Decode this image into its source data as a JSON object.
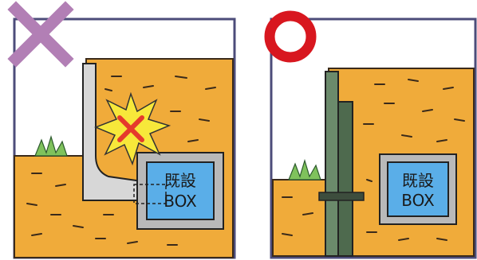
{
  "wrong_panel": {
    "mark": "cross-mark",
    "mark_color": "#b27fb5",
    "box_label_line1": "既設",
    "box_label_line2": "BOX"
  },
  "right_panel": {
    "mark": "circle-mark",
    "mark_color": "#d8171f",
    "box_label_line1": "既設",
    "box_label_line2": "BOX"
  },
  "colors": {
    "soil": "#f0ab3a",
    "box_fill": "#5aaee8",
    "box_frame": "#b9b9b9",
    "wall": "#d7d7d7",
    "pile": "#5c7a5c",
    "grass": "#7fc25c",
    "impact_star": "#f7e83a",
    "impact_cross": "#e53a2c"
  }
}
